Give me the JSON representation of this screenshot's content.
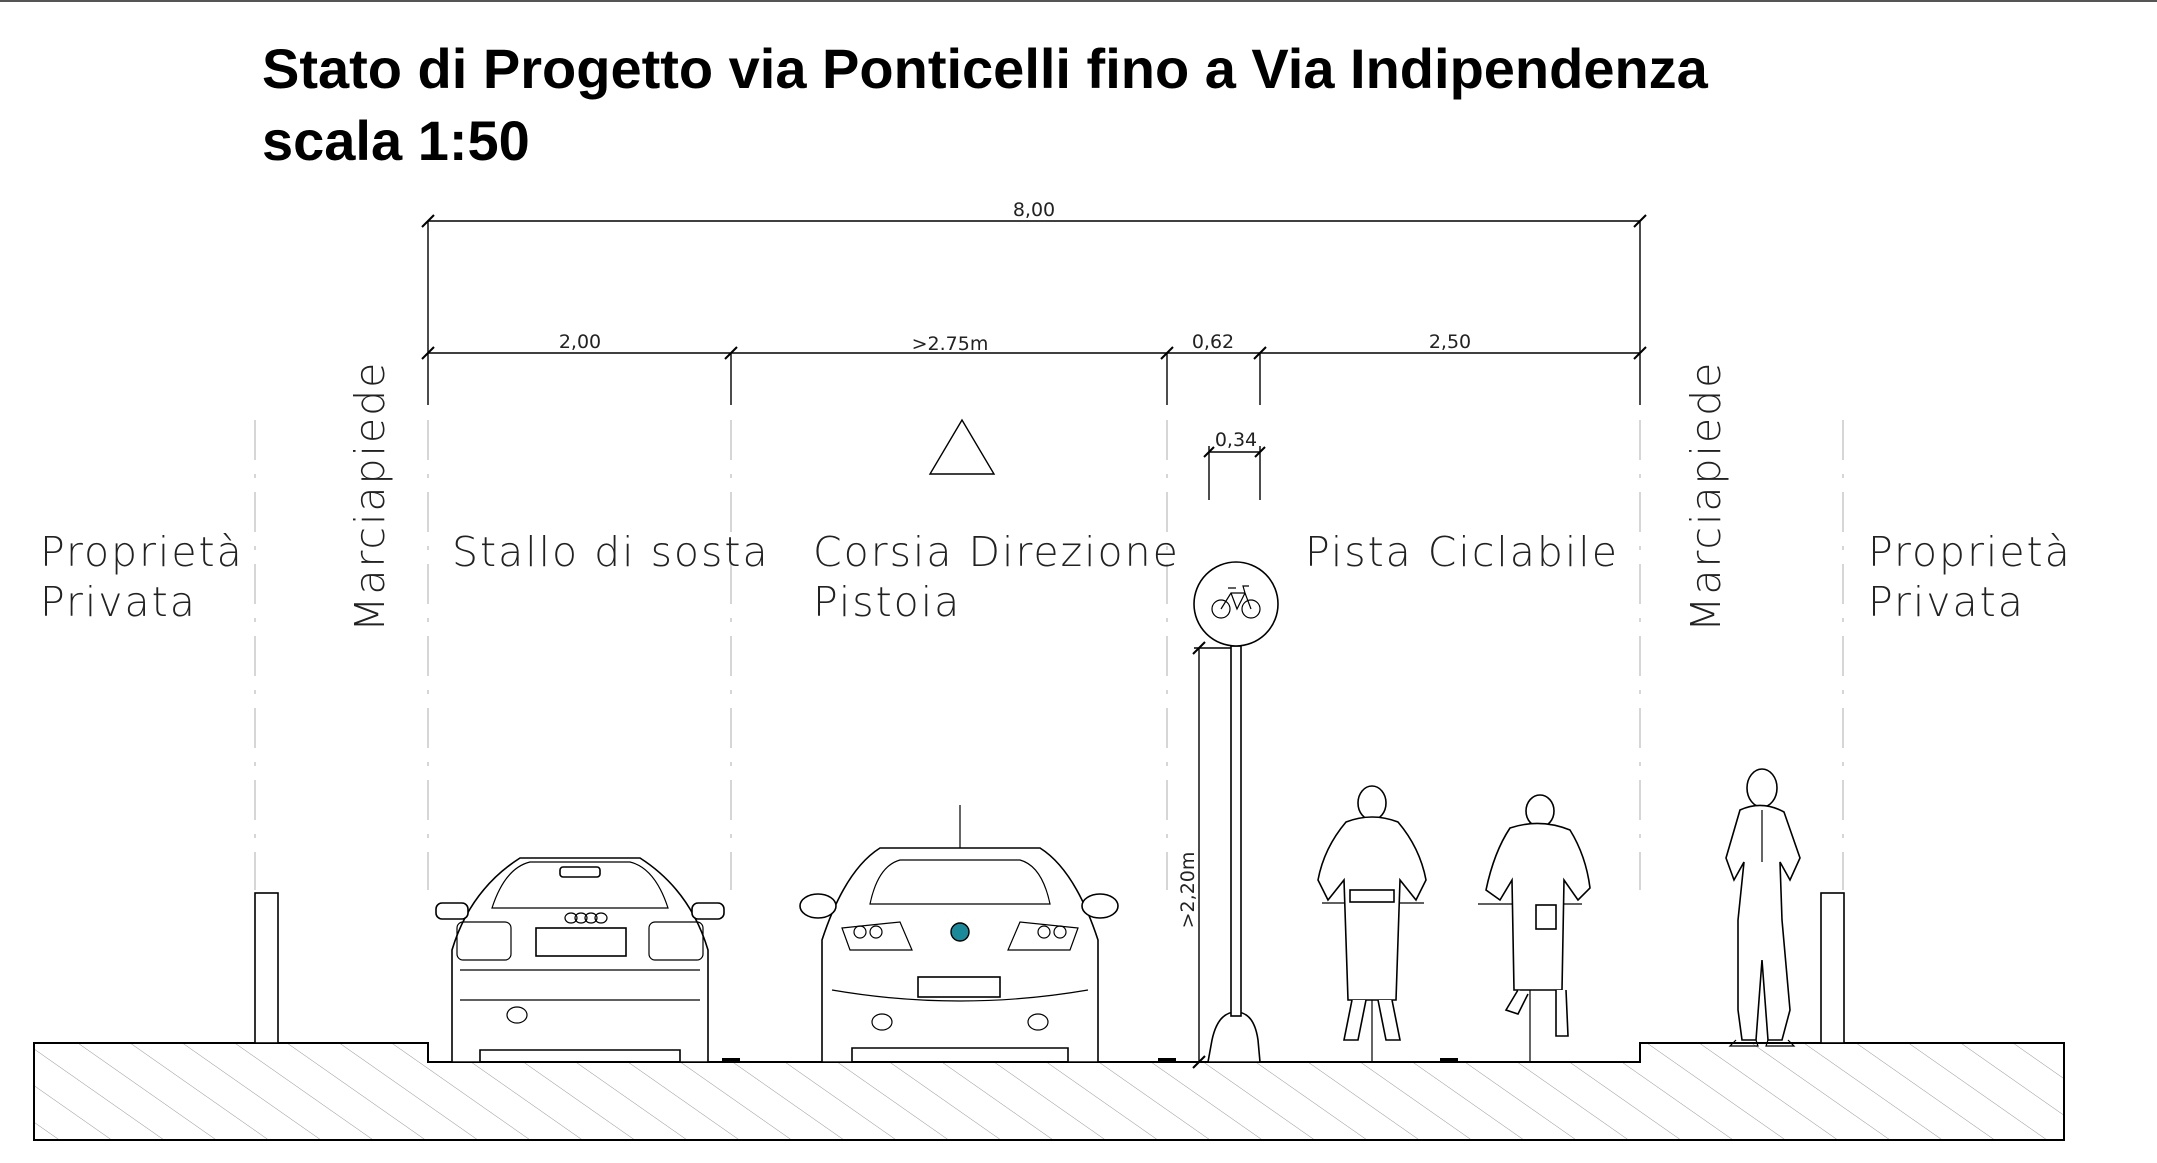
{
  "title": {
    "line1": "Stato di Progetto via Ponticelli fino a Via Indipendenza",
    "line2": "scala 1:50"
  },
  "dimensions": {
    "total": "8,00",
    "parking": "2,00",
    "lane": ">2.75m",
    "separator": "0,62",
    "bike_lane": "2,50",
    "sign_base": "0,34",
    "sign_height": ">2,20m"
  },
  "zones": {
    "left_property": [
      "Proprietà",
      "Privata"
    ],
    "left_sidewalk": "Marciapiede",
    "parking": "Stallo di sosta",
    "lane": [
      "Corsia Direzione",
      "Pistoia"
    ],
    "bike_lane": "Pista Ciclabile",
    "right_sidewalk": "Marciapiede",
    "right_property": [
      "Proprietà",
      "Privata"
    ]
  },
  "icons": {
    "yield": "triangle-icon",
    "bike_sign": "bicycle-icon"
  },
  "colors": {
    "line": "#000000",
    "hatch": "#999999",
    "emblem": "#1a8a9a"
  }
}
